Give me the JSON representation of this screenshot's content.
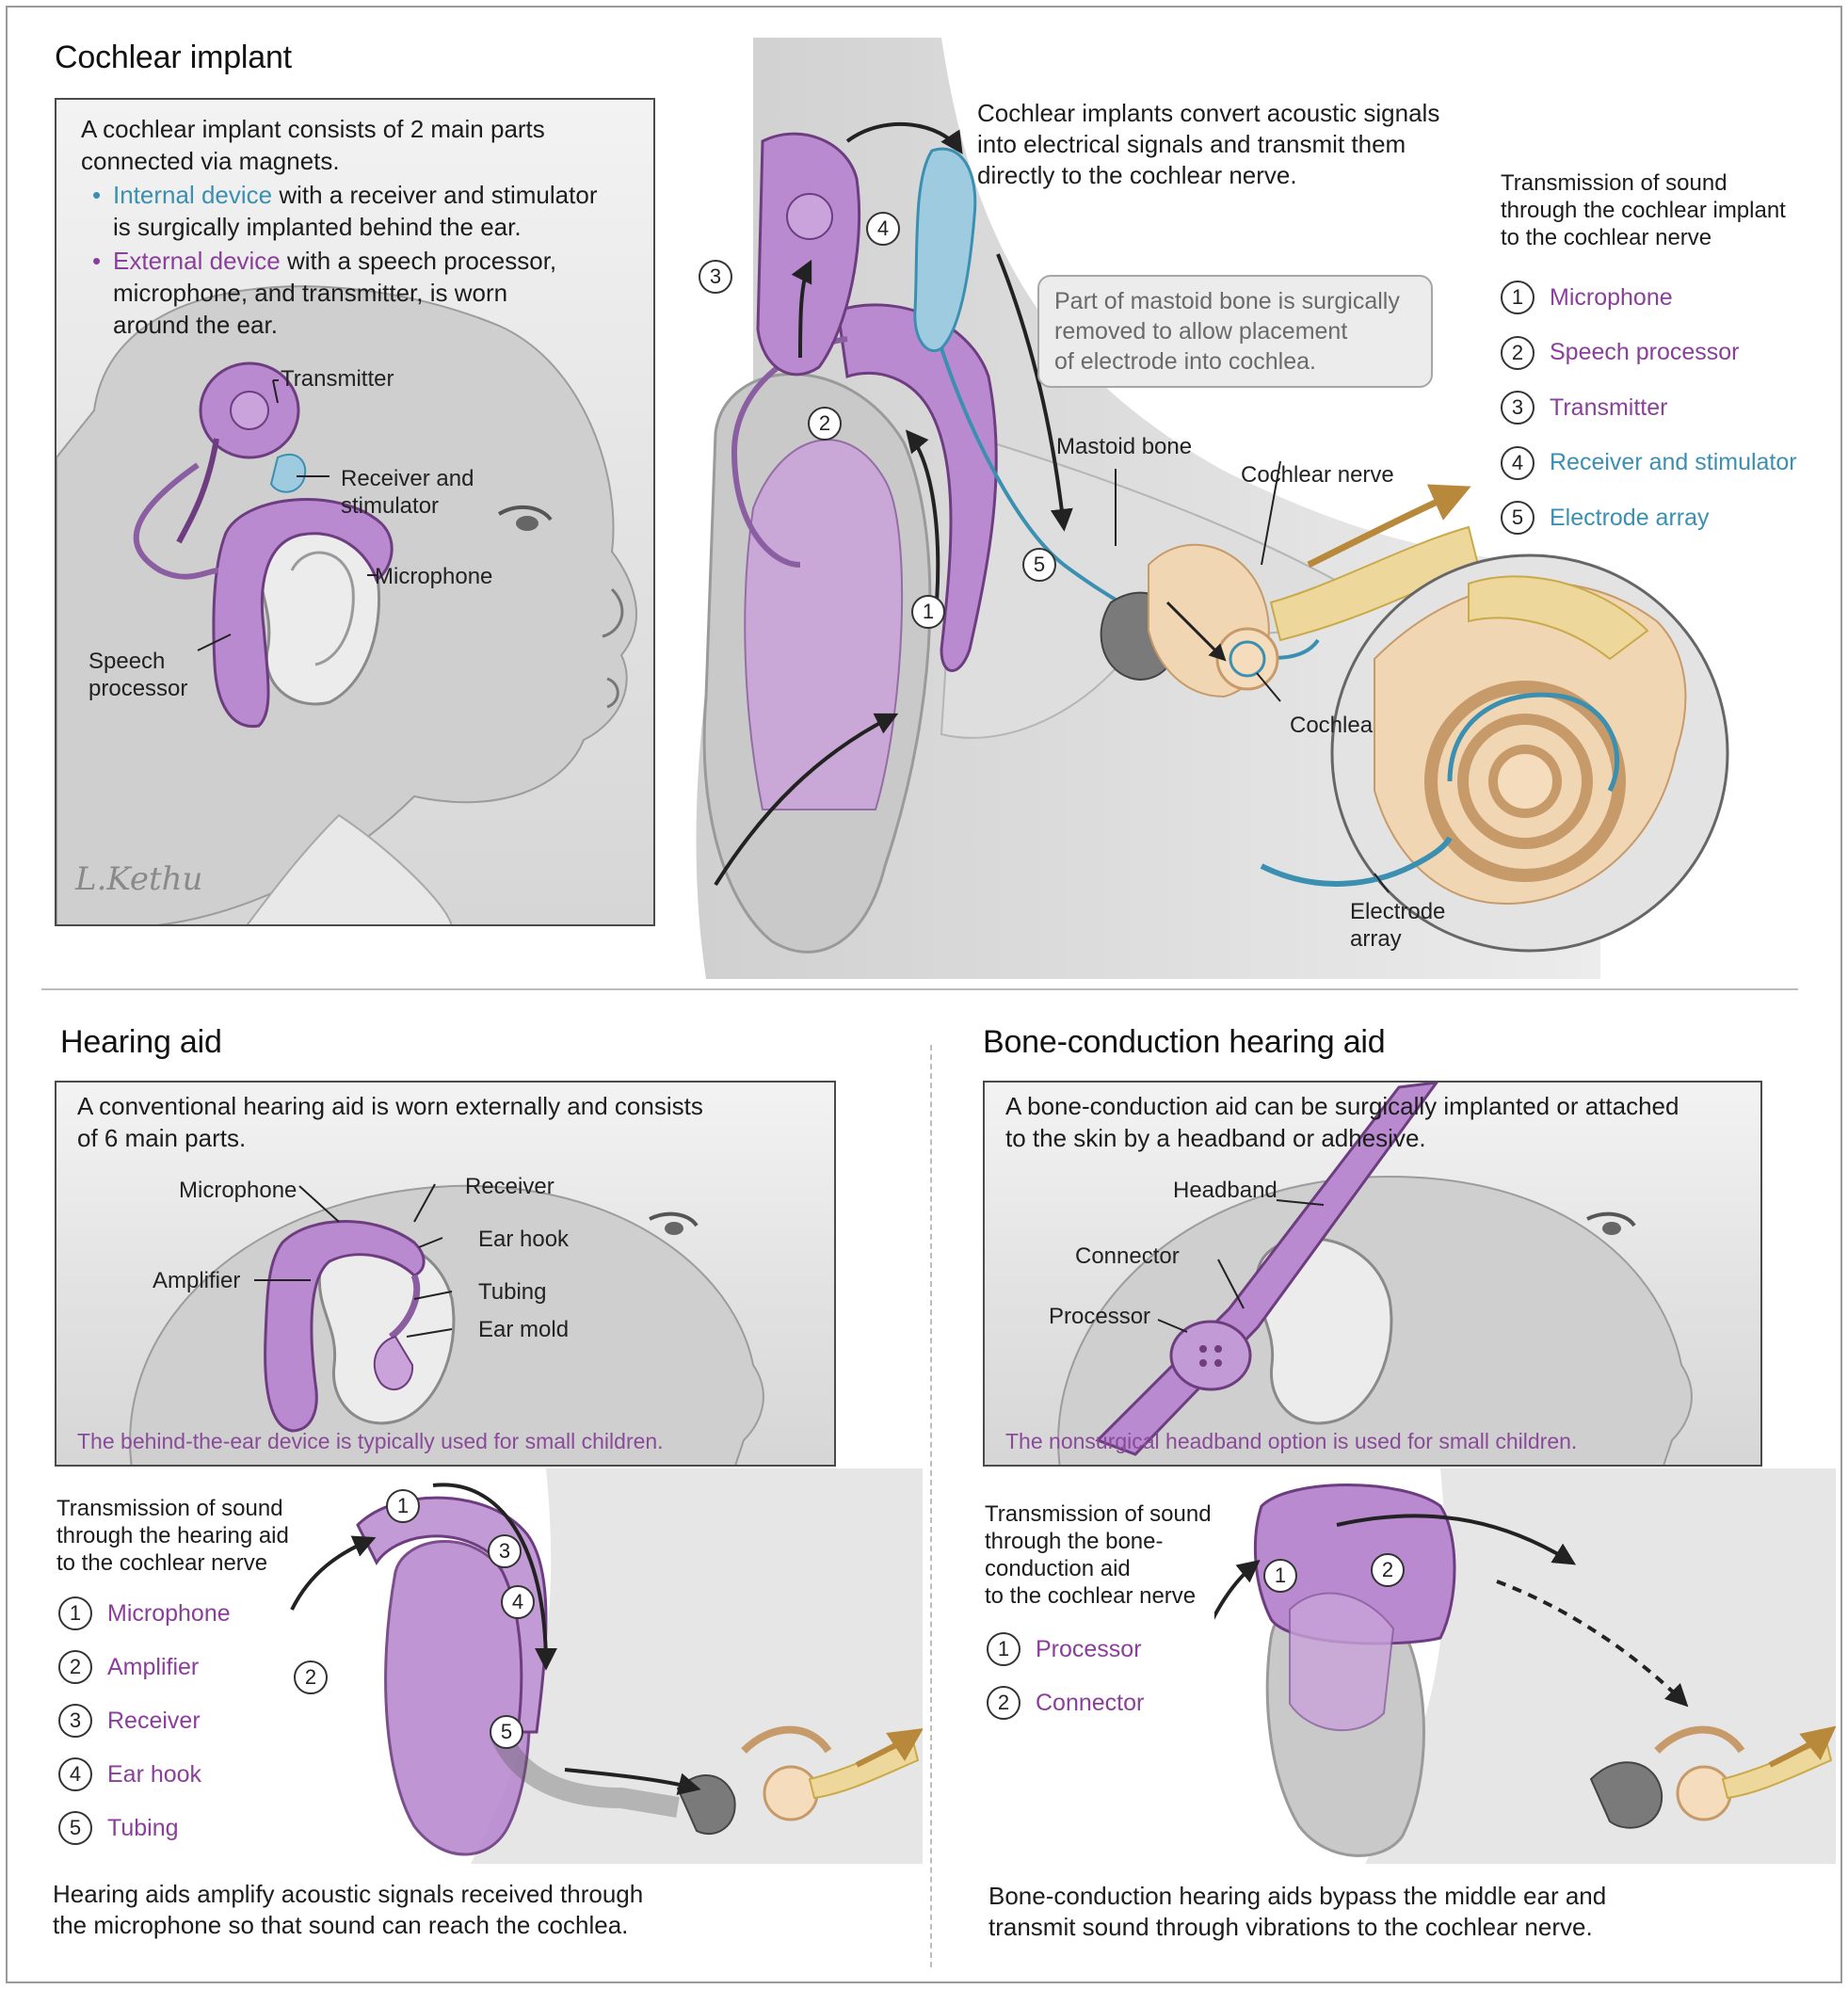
{
  "cochlear": {
    "title": "Cochlear implant",
    "intro_line1": "A cochlear implant consists of 2 main parts",
    "intro_line2": "connected via magnets.",
    "internal_term": "Internal device",
    "internal_rest1": " with a receiver and stimulator",
    "internal_rest2": "is surgically implanted behind the ear.",
    "external_term": "External device",
    "external_rest1": " with a speech processor,",
    "external_rest2": "microphone, and transmitter, is worn",
    "external_rest3": "around the ear.",
    "labels": {
      "transmitter": "Transmitter",
      "receiver_line1": "Receiver and",
      "receiver_line2": "stimulator",
      "microphone": "Microphone",
      "speech_line1": "Speech",
      "speech_line2": "processor"
    },
    "signature": "L.Kethu",
    "summary_line1": "Cochlear implants convert acoustic signals",
    "summary_line2": "into electrical signals and transmit them",
    "summary_line3": "directly to the cochlear nerve.",
    "mastoid_note_line1": "Part of mastoid bone is surgically",
    "mastoid_note_line2": "removed to allow placement",
    "mastoid_note_line3": "of electrode into cochlea.",
    "anatomy": {
      "mastoid_bone": "Mastoid bone",
      "cochlear_nerve": "Cochlear nerve",
      "cochlea": "Cochlea",
      "electrode_line1": "Electrode",
      "electrode_line2": "array"
    },
    "legend_head_line1": "Transmission of sound",
    "legend_head_line2": "through the cochlear implant",
    "legend_head_line3": "to the cochlear nerve",
    "legend": [
      {
        "n": "1",
        "label": "Microphone",
        "color": "#8a3f9a"
      },
      {
        "n": "2",
        "label": "Speech processor",
        "color": "#8a3f9a"
      },
      {
        "n": "3",
        "label": "Transmitter",
        "color": "#8a3f9a"
      },
      {
        "n": "4",
        "label": "Receiver and stimulator",
        "color": "#3b8fb0"
      },
      {
        "n": "5",
        "label": "Electrode array",
        "color": "#3b8fb0"
      }
    ]
  },
  "hearing_aid": {
    "title": "Hearing aid",
    "intro_line1": "A conventional hearing aid is worn externally and consists",
    "intro_line2": "of 6 main parts.",
    "labels": {
      "microphone": "Microphone",
      "receiver": "Receiver",
      "ear_hook": "Ear hook",
      "amplifier": "Amplifier",
      "tubing": "Tubing",
      "ear_mold": "Ear mold"
    },
    "note": "The behind-the-ear device is typically used for small children.",
    "legend_head_line1": "Transmission of sound",
    "legend_head_line2": "through the hearing aid",
    "legend_head_line3": "to the cochlear nerve",
    "legend": [
      {
        "n": "1",
        "label": "Microphone"
      },
      {
        "n": "2",
        "label": "Amplifier"
      },
      {
        "n": "3",
        "label": "Receiver"
      },
      {
        "n": "4",
        "label": "Ear hook"
      },
      {
        "n": "5",
        "label": "Tubing"
      }
    ],
    "summary_line1": "Hearing aids amplify acoustic signals received through",
    "summary_line2": "the microphone so that sound can reach the cochlea."
  },
  "bone_conduction": {
    "title": "Bone-conduction hearing aid",
    "intro_line1": "A bone-conduction aid can be surgically implanted or attached",
    "intro_line2": "to the skin by a headband or adhesive.",
    "labels": {
      "headband": "Headband",
      "connector": "Connector",
      "processor": "Processor"
    },
    "note": "The nonsurgical headband option is used for small children.",
    "legend_head_line1": "Transmission of sound",
    "legend_head_line2": "through the bone-",
    "legend_head_line3": "conduction aid",
    "legend_head_line4": "to the cochlear nerve",
    "legend": [
      {
        "n": "1",
        "label": "Processor"
      },
      {
        "n": "2",
        "label": "Connector"
      }
    ],
    "summary_line1": "Bone-conduction hearing aids bypass the middle ear and",
    "summary_line2": "transmit sound through vibrations to the cochlear nerve."
  },
  "colors": {
    "device_purple": "#b98ad0",
    "device_purple_dark": "#8a3f9a",
    "internal_teal": "#3b8fb0",
    "nerve_yellow": "#eed79a",
    "sound_arrow": "#b8893a"
  }
}
